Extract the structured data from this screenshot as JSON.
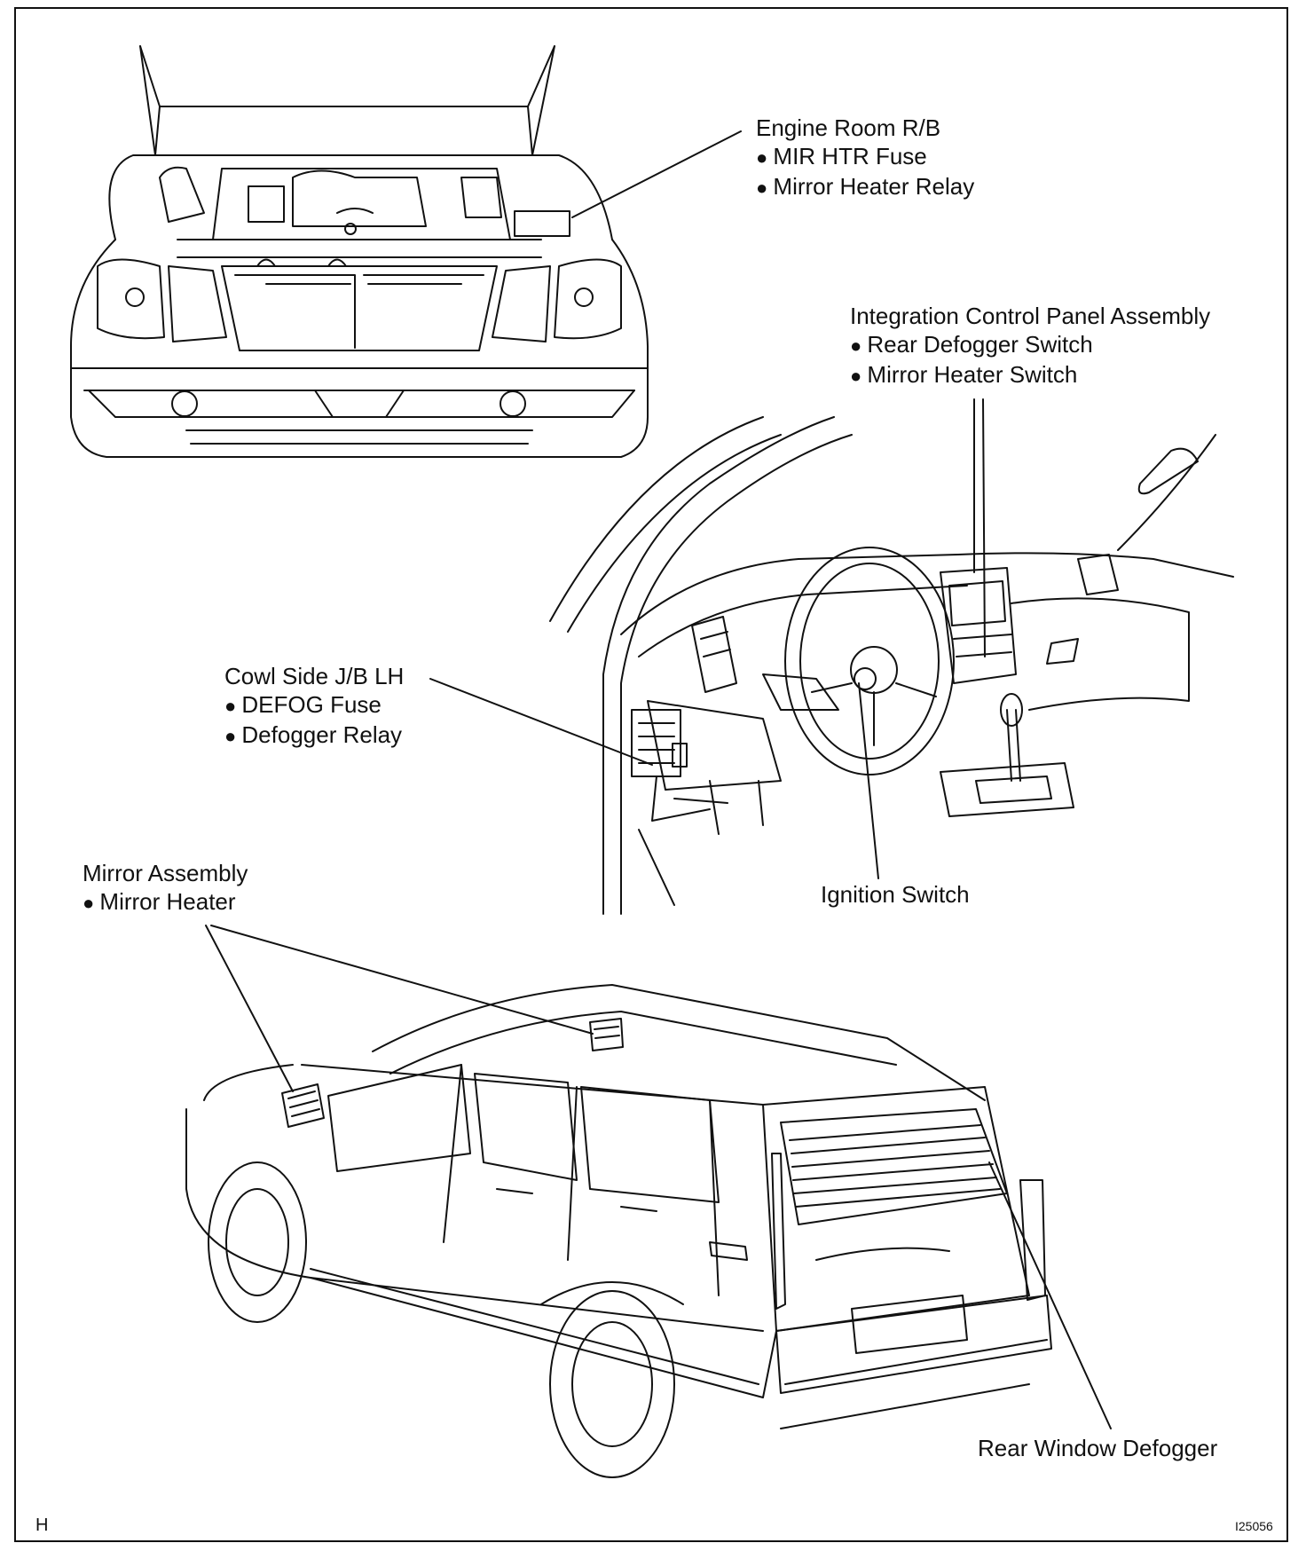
{
  "callouts": {
    "engine_room": {
      "title": "Engine Room R/B",
      "items": [
        "MIR HTR Fuse",
        "Mirror Heater Relay"
      ]
    },
    "integration_panel": {
      "title": "Integration Control Panel Assembly",
      "items": [
        "Rear Defogger Switch",
        "Mirror Heater Switch"
      ]
    },
    "cowl_side": {
      "title": "Cowl Side J/B LH",
      "items": [
        "DEFOG Fuse",
        "Defogger Relay"
      ]
    },
    "mirror_assembly": {
      "title": "Mirror Assembly",
      "items": [
        "Mirror Heater"
      ]
    },
    "ignition": {
      "title": "Ignition Switch"
    },
    "rear_defogger": {
      "title": "Rear Window Defogger"
    }
  },
  "corner_letter": "H",
  "figure_code": "I25056"
}
